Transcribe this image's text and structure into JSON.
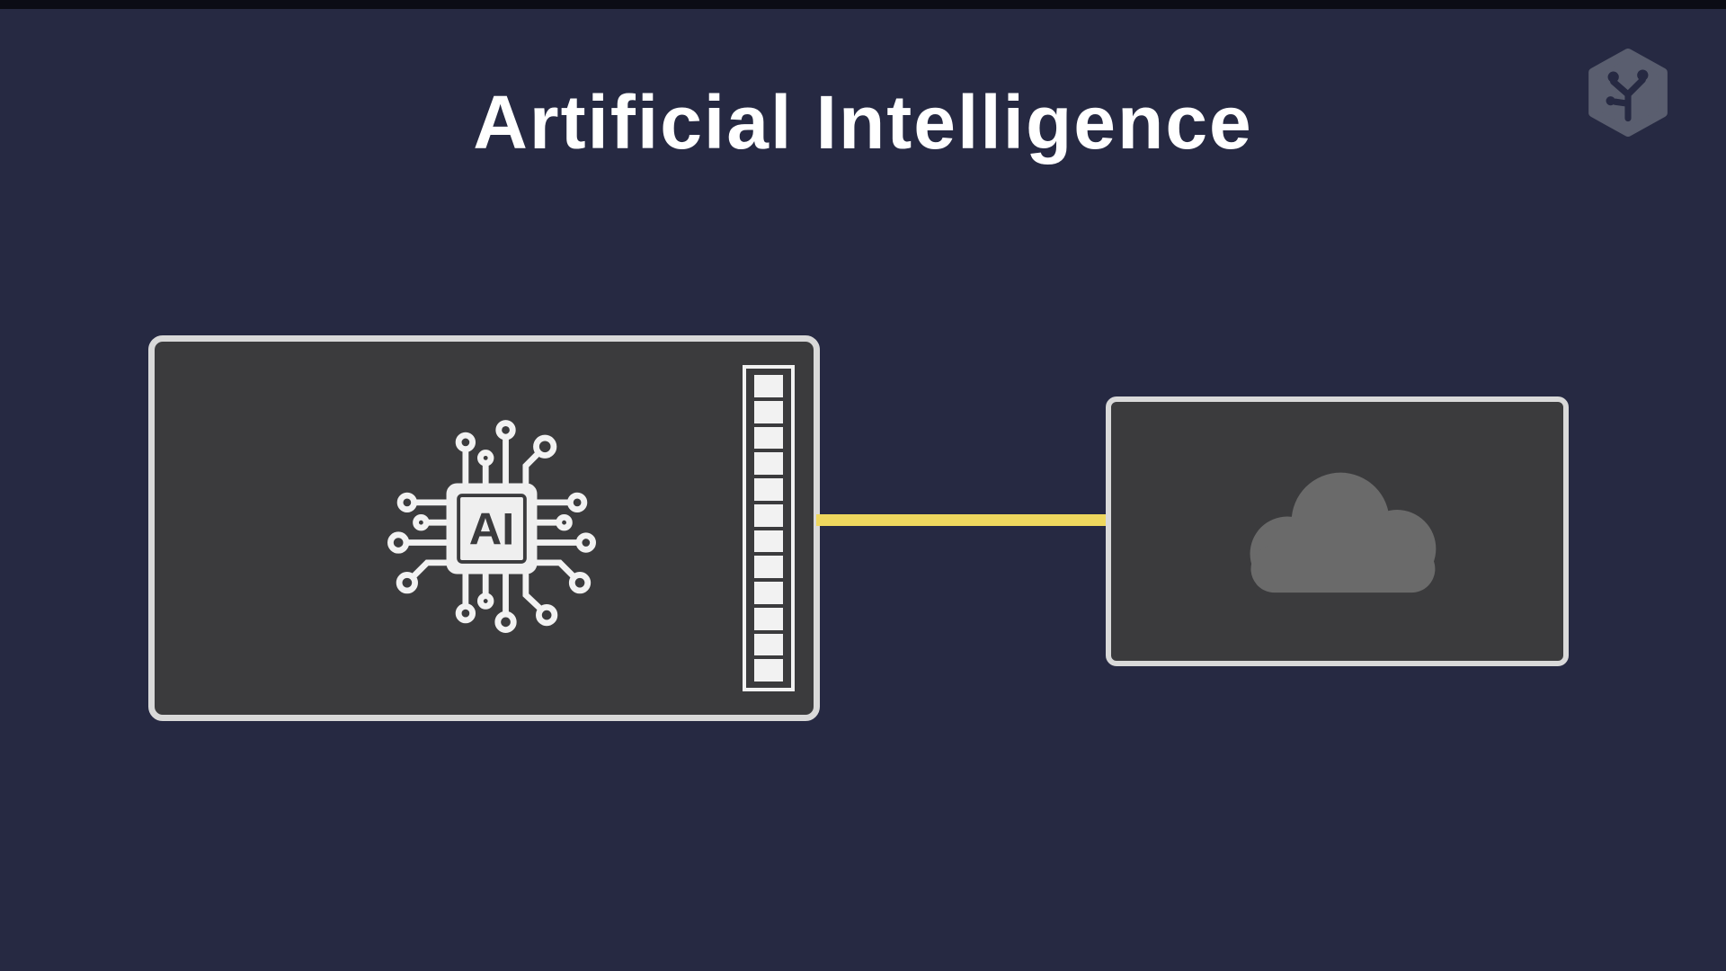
{
  "title": "Artificial Intelligence",
  "chip": {
    "label": "AI"
  },
  "icons": {
    "brand": "hexagon-circuit-logo",
    "chip": "ai-chip-icon",
    "pin_header": "pin-header-icon",
    "cloud": "cloud-icon",
    "connector": "wire-connector"
  },
  "colors": {
    "background": "#262942",
    "edge_bar": "#0b0c15",
    "title_text": "#ffffff",
    "panel_fill": "#3b3b3d",
    "panel_border": "#d9d9d9",
    "icon_line": "#f2f2f2",
    "chip_body": "#efefef",
    "chip_text": "#3b3b3d",
    "connector_yellow": "#eed75e",
    "cloud_gray": "#6a6a6a",
    "logo_gray": "#646877"
  }
}
